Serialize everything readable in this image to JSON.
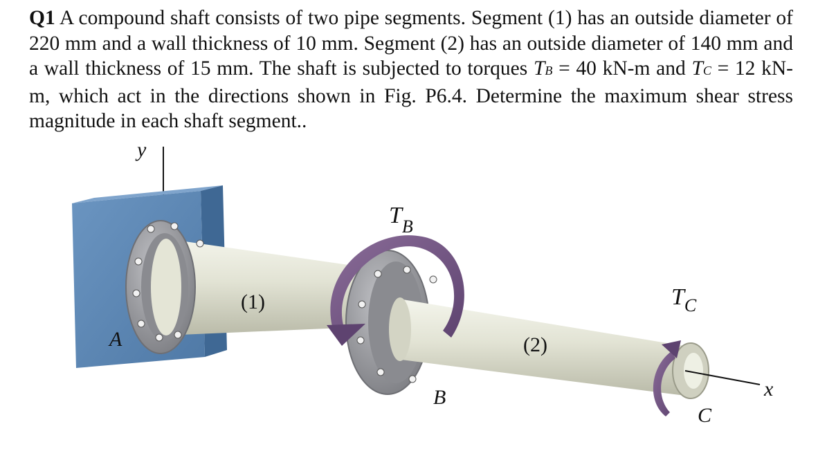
{
  "problem": {
    "qnum": "Q1",
    "t1": " A compound shaft consists of two pipe segments. Segment (1) has an outside diameter of 220 mm and a wall thickness of 10 mm. Segment (2) has an outside diameter of 140 mm and a wall thickness of 15 mm. The shaft is subjected to torques ",
    "tb_main": "T",
    "tb_sub": "B",
    "t2": " = 40 kN-m and ",
    "tc_main": "T",
    "tc_sub": "C",
    "t3": " = 12 kN-m, which act in the directions shown in Fig. P6.4. Determine the maximum shear stress magnitude in each shaft segment.."
  },
  "figure": {
    "y_axis": "y",
    "x_axis": "x",
    "point_a": "A",
    "point_b": "B",
    "point_c": "C",
    "segment1": "(1)",
    "segment2": "(2)",
    "tb_main": "T",
    "tb_sub": "B",
    "tc_main": "T",
    "tc_sub": "C",
    "colors": {
      "wall": "#5b86b3",
      "shaft": "#e3e4d6",
      "flange": "#9c9ca0",
      "torque_arrow": "#735783"
    }
  }
}
